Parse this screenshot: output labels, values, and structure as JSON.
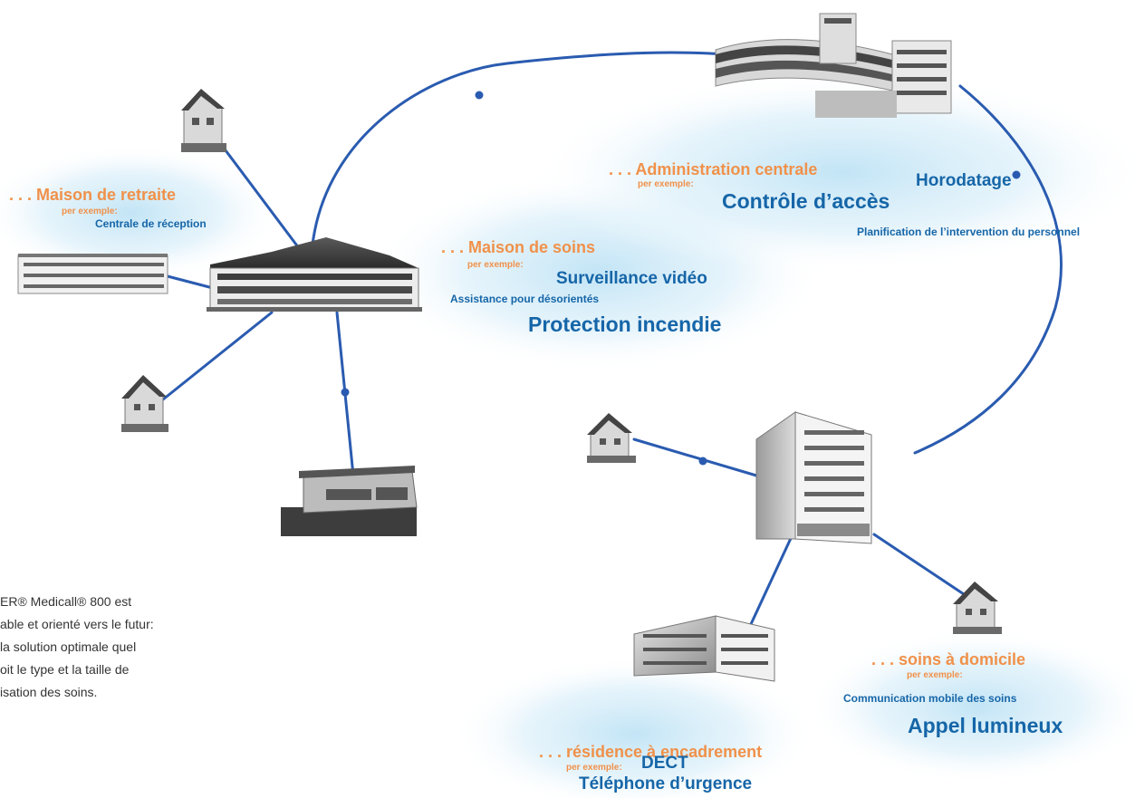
{
  "colors": {
    "accent_orange": "#f0914a",
    "text_blue": "#1666a8",
    "ring_blue": "#2a5bb0",
    "glow_blue": "#bfe3f5",
    "body_text": "#333333"
  },
  "sites": {
    "retraite": {
      "title": ". . . Maison de retraite",
      "example": "per exemple:",
      "items": [
        "Centrale de réception"
      ]
    },
    "soins": {
      "title": ". . . Maison de soins",
      "example": "per exemple:",
      "items": [
        "Surveillance vidéo",
        "Assistance pour désorientés",
        "Protection incendie"
      ]
    },
    "administration": {
      "title": ". . . Administration centrale",
      "example": "per exemple:",
      "items": [
        "Horodatage",
        "Contrôle d’accès",
        "Planification de l’intervention du personnel"
      ]
    },
    "domicile": {
      "title": ". . . soins à domicile",
      "example": "per exemple:",
      "items": [
        "Communication mobile des soins",
        "Appel lumineux"
      ]
    },
    "residence": {
      "title": ". . . résidence à encadrement",
      "example": "per exemple:",
      "items": [
        "DECT",
        "Téléphone d’urgence"
      ]
    }
  },
  "intro_lines": [
    "ER® Medicall® 800 est",
    "able et orienté vers le futur:",
    "la solution optimale quel",
    "oit le type et la taille de",
    "isation des soins."
  ]
}
